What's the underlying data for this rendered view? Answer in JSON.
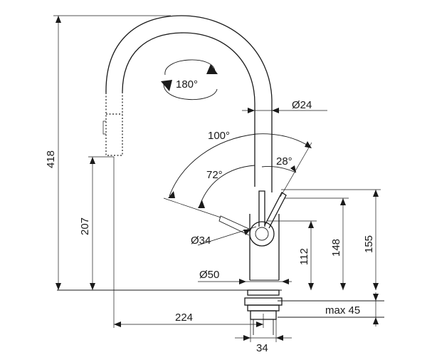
{
  "diagram": {
    "dimensions": {
      "height_total": "418",
      "height_spout": "207",
      "reach": "224",
      "base_width": "34",
      "pipe_diameter": "Ø24",
      "body_diameter": "Ø34",
      "base_diameter": "Ø50",
      "lever_height": "112",
      "body_height_a": "148",
      "body_height_b": "155",
      "counter_max": "max 45"
    },
    "angles": {
      "rotation": "180°",
      "swing_outer": "100°",
      "swing_inner": "72°",
      "lever": "28°"
    },
    "colors": {
      "line": "#1a1a1a",
      "background": "#ffffff"
    }
  }
}
